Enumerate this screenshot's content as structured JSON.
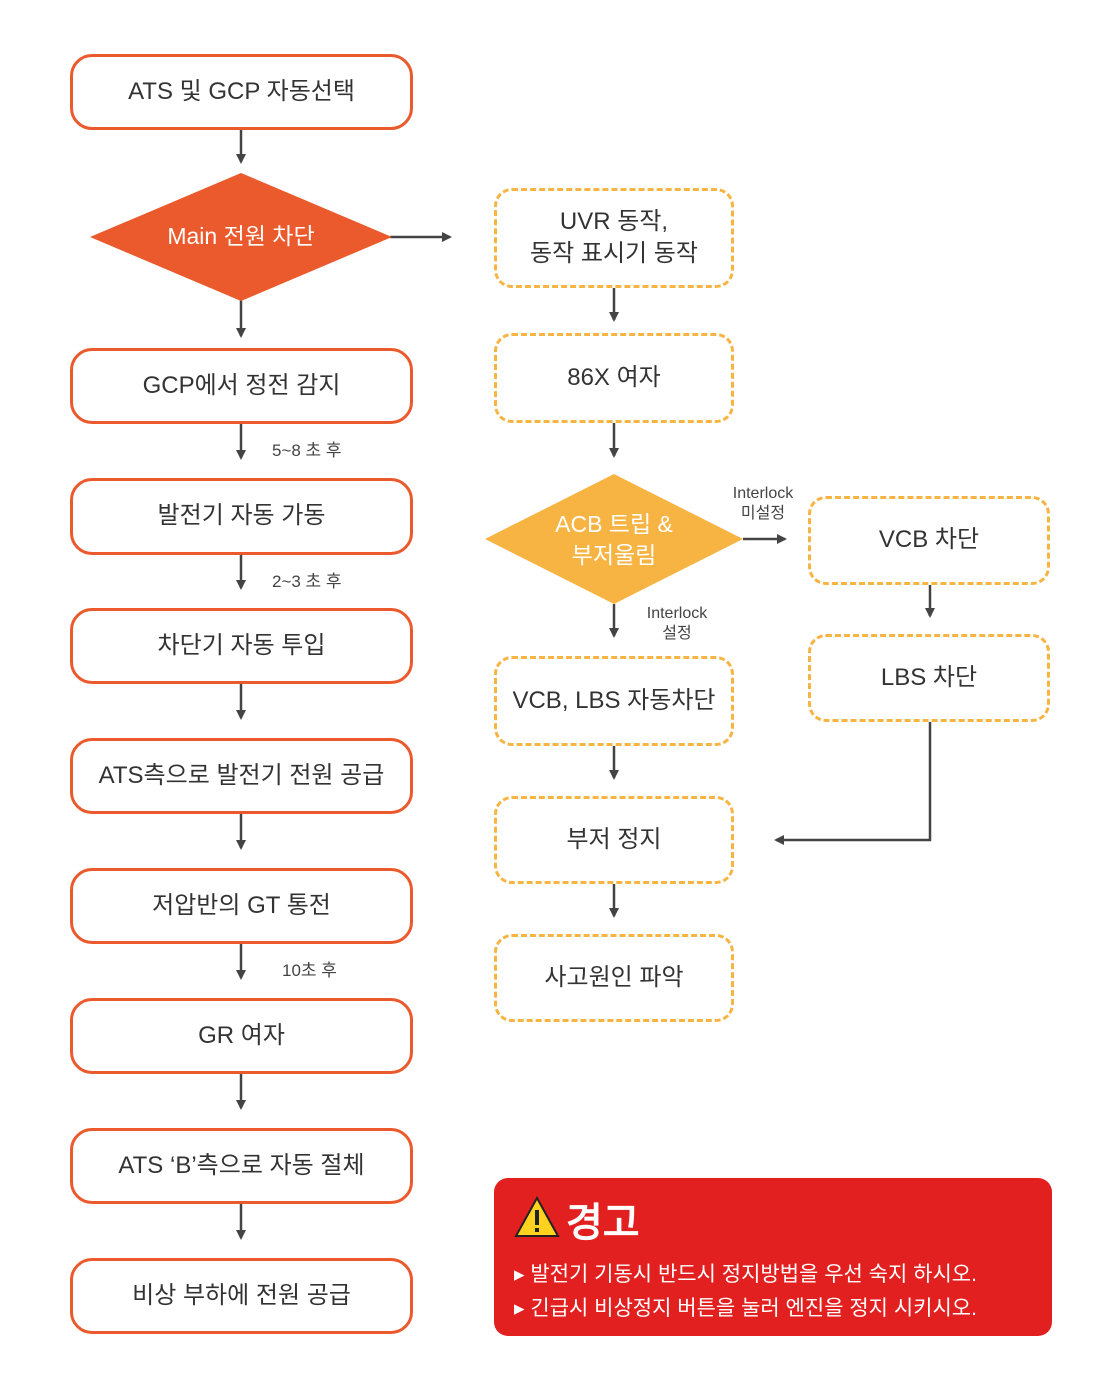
{
  "left_steps": [
    "ATS 및 GCP 자동선택",
    "GCP에서 정전 감지",
    "발전기 자동 가동",
    "차단기 자동 투입",
    "ATS측으로 발전기 전원 공급",
    "저압반의 GT 통전",
    "GR 여자",
    "ATS ‘B’측으로 자동 절체",
    "비상 부하에 전원 공급"
  ],
  "main_decision": "Main 전원 차단",
  "delay_labels": {
    "after_detect": "5~8 초 후",
    "after_start": "2~3 초 후",
    "after_gt": "10초 후"
  },
  "middle_steps": {
    "uvr_line1": "UVR 동작,",
    "uvr_line2": "동작 표시기 동작",
    "x86": "86X 여자",
    "vcb_lbs_auto": "VCB, LBS 자동차단",
    "buzzer_stop": "부저 정지",
    "cause": "사고원인 파악"
  },
  "acb_decision": {
    "line1": "ACB 트립 &",
    "line2": "부저울림"
  },
  "interlock_off": {
    "line1": "Interlock",
    "line2": "미설정"
  },
  "interlock_on": {
    "line1": "Interlock",
    "line2": "설정"
  },
  "right_steps": {
    "vcb": "VCB 차단",
    "lbs": "LBS 차단"
  },
  "warning": {
    "title": "경고",
    "icon": "warning-triangle-icon",
    "line1": "▸ 발전기 기동시 반드시 정지방법을 우선 숙지 하시오.",
    "line2": "▸ 긴급시 비상정지 버튼을 눌러 엔진을 정지 시키시오."
  },
  "colors": {
    "solid_border": "#ea5a2c",
    "main_diamond": "#ea5a2c",
    "dashed_border": "#f7b443",
    "acb_diamond": "#f7b443",
    "warning_bg": "#e32020"
  }
}
